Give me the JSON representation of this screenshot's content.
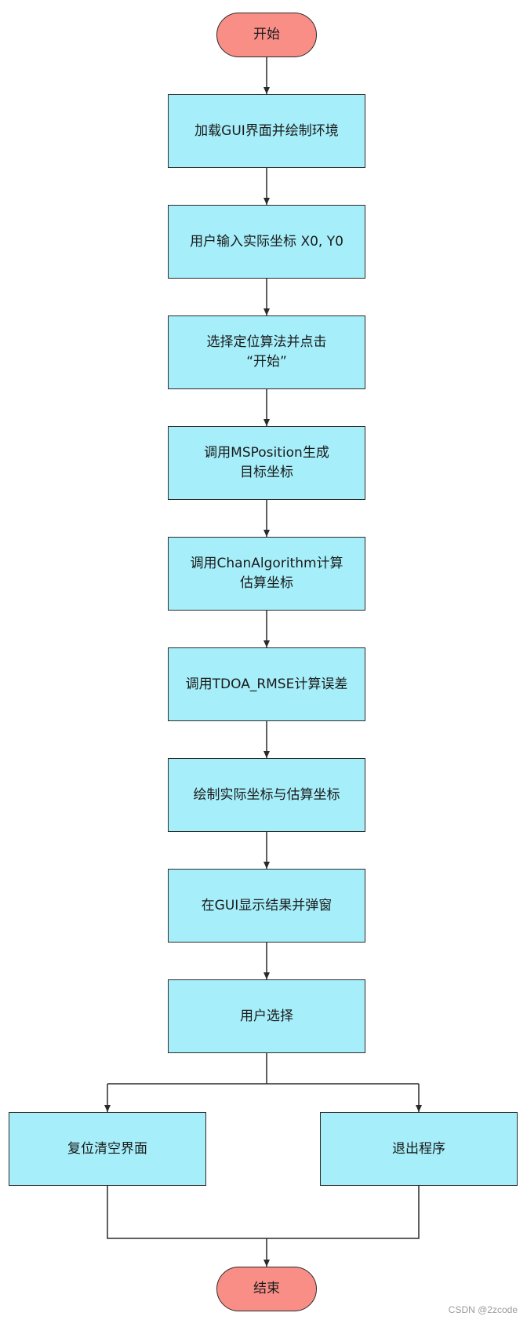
{
  "flowchart": {
    "start": "开始",
    "end": "结束",
    "steps": [
      "加载GUI界面并绘制环境",
      "用户输入实际坐标 X0, Y0",
      "选择定位算法并点击\n“开始”",
      "调用MSPosition生成\n目标坐标",
      "调用ChanAlgorithm计算\n估算坐标",
      "调用TDOA_RMSE计算误差",
      "绘制实际坐标与估算坐标",
      "在GUI显示结果并弹窗",
      "用户选择"
    ],
    "branch_left": "复位清空界面",
    "branch_right": "退出程序"
  },
  "colors": {
    "terminal_fill": "#f98e87",
    "process_fill": "#a6effa",
    "stroke": "#2a2a2a"
  },
  "watermark": "CSDN @2zcode"
}
